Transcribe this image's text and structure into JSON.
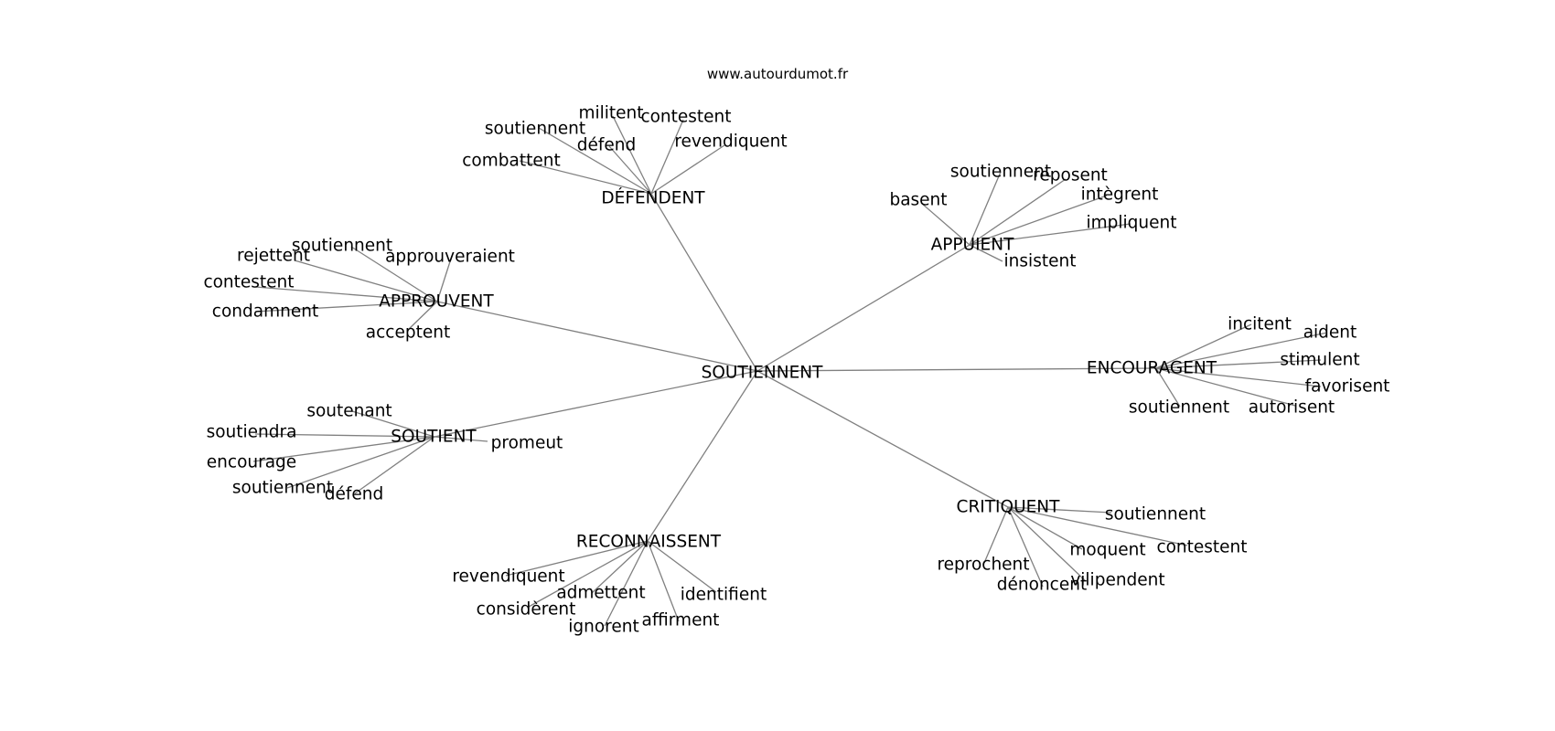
{
  "watermark": "www.autourdumot.fr",
  "graph": {
    "root": "SOUTIENNENT",
    "groups": [
      {
        "label": "DÉFENDENT",
        "children": [
          "militent",
          "contestent",
          "soutiennent",
          "défend",
          "revendiquent",
          "combattent"
        ]
      },
      {
        "label": "APPUIENT",
        "children": [
          "soutiennent",
          "reposent",
          "basent",
          "intègrent",
          "impliquent",
          "insistent"
        ]
      },
      {
        "label": "APPROUVENT",
        "children": [
          "soutiennent",
          "rejettent",
          "approuveraient",
          "contestent",
          "condamnent",
          "acceptent"
        ]
      },
      {
        "label": "ENCOURAGENT",
        "children": [
          "incitent",
          "aident",
          "stimulent",
          "favorisent",
          "soutiennent",
          "autorisent"
        ]
      },
      {
        "label": "SOUTIENT",
        "children": [
          "soutenant",
          "soutiendra",
          "promeut",
          "encourage",
          "soutiennent",
          "défend"
        ]
      },
      {
        "label": "CRITIQUENT",
        "children": [
          "soutiennent",
          "contestent",
          "moquent",
          "reprochent",
          "vilipendent",
          "dénoncent"
        ]
      },
      {
        "label": "RECONNAISSENT",
        "children": [
          "revendiquent",
          "admettent",
          "identifient",
          "considèrent",
          "ignorent",
          "affirment"
        ]
      }
    ]
  }
}
